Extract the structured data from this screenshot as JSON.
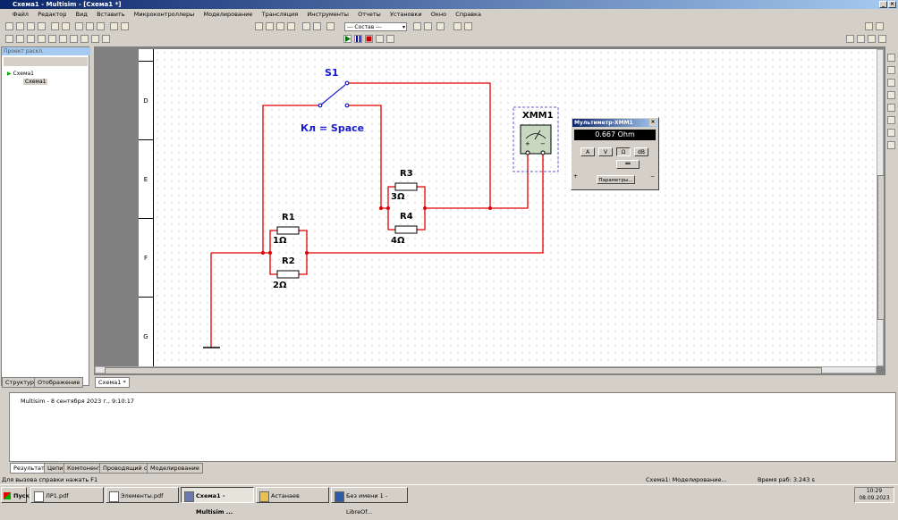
{
  "window": {
    "title": "Схема1 - Multisim - [Схема1 *]"
  },
  "menu": [
    "Файл",
    "Редактор",
    "Вид",
    "Вставить",
    "Микроконтроллеры",
    "Моделирование",
    "Трансляция",
    "Инструменты",
    "Отчеты",
    "Установки",
    "Окно",
    "Справка"
  ],
  "toolbar": {
    "component_select": "--- Состав ---"
  },
  "left_panel": {
    "header": "Проект раскл.",
    "tree": [
      "Схема1",
      "Схема1"
    ],
    "tabs": [
      "Структура",
      "Отображение"
    ]
  },
  "ruler": [
    "D",
    "E",
    "F",
    "G"
  ],
  "circuit": {
    "switch": {
      "name": "S1",
      "key": "Кл = Space"
    },
    "r1": {
      "name": "R1",
      "value": "1Ω"
    },
    "r2": {
      "name": "R2",
      "value": "2Ω"
    },
    "r3": {
      "name": "R3",
      "value": "3Ω"
    },
    "r4": {
      "name": "R4",
      "value": "4Ω"
    },
    "meter": {
      "name": "XMM1",
      "plus": "+",
      "minus": "−"
    },
    "wire_color": "#e00000"
  },
  "multimeter": {
    "title": "Мультиметр-XMM1",
    "reading": "0.667 Ohm",
    "buttons": [
      "A",
      "V",
      "Ω",
      "dB"
    ],
    "params_button": "Параметры...",
    "plus": "+",
    "minus": "−"
  },
  "doc_tab": "Схема1 *",
  "output": {
    "message": "Multisim - 8 сентября 2023 г., 9:10:17",
    "tabs": [
      "Результаты",
      "Цепи",
      "Компоненты",
      "Проводящий слой",
      "Моделирование"
    ]
  },
  "status": {
    "help": "Для вызова справки нажать F1",
    "sim": "Схема1: Моделирование...",
    "time": "Время раб: 3.243 s"
  },
  "taskbar": {
    "start": "Пуск",
    "tasks": [
      "ЛР1.pdf",
      "Элементы.pdf",
      "Схема1 - Multisim ...",
      "Астанаев",
      "Без имени 1 - LibreOf..."
    ],
    "clock_time": "10:29",
    "clock_date": "08.09.2023"
  }
}
